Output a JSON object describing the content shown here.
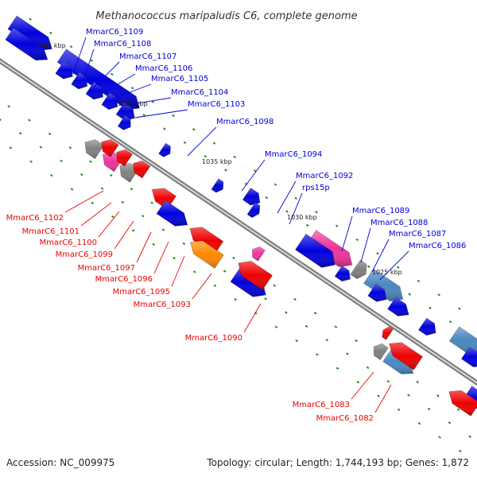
{
  "title": "Methanococcus maripaludis C6, complete genome",
  "footer": {
    "accession": "Accession: NC_009975",
    "summary": "Topology: circular; Length: 1,744,193 bp; Genes: 1,872"
  },
  "colors": {
    "forward_strand": "#0000dd",
    "reverse_strand": "#ee0000",
    "rna": "#808080",
    "pink": "#ee3399",
    "light_blue": "#4b87c0",
    "orange": "#ff8800",
    "backbone": "#808080",
    "tick": "#228b22"
  },
  "tick_labels": [
    "1045 kbp",
    "1040 kbp",
    "1035 kbp",
    "1030 kbp",
    "1025 kbp"
  ],
  "top_labels": [
    "MmarC6_1109",
    "MmarC6_1108",
    "MmarC6_1107",
    "MmarC6_1106",
    "MmarC6_1105",
    "MmarC6_1104",
    "MmarC6_1103",
    "MmarC6_1098",
    "MmarC6_1094",
    "MmarC6_1092",
    "rps15p",
    "MmarC6_1089",
    "MmarC6_1088",
    "MmarC6_1087",
    "MmarC6_1086"
  ],
  "bottom_labels": [
    "MmarC6_1102",
    "MmarC6_1101",
    "MmarC6_1100",
    "MmarC6_1099",
    "MmarC6_1097",
    "MmarC6_1096",
    "MmarC6_1095",
    "MmarC6_1093",
    "MmarC6_1090",
    "MmarC6_1083",
    "MmarC6_1082"
  ]
}
